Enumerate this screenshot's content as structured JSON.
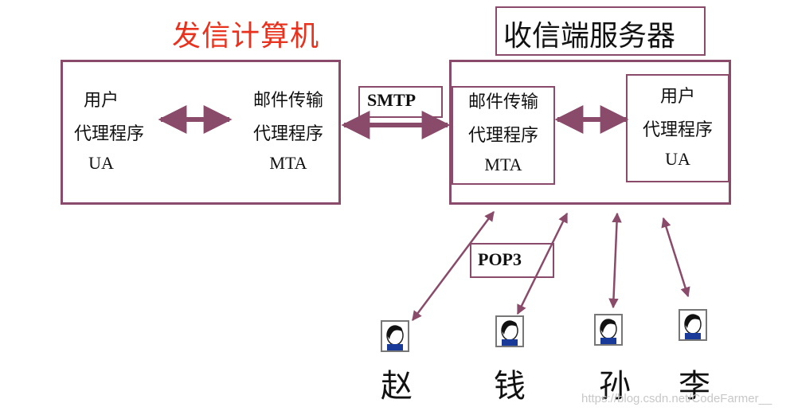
{
  "sender_title": "发信计算机",
  "receiver_title": "收信端服务器",
  "sender": {
    "ua": {
      "line1": "用户",
      "line2": "代理程序",
      "line3": "UA"
    },
    "mta": {
      "line1": "邮件传输",
      "line2": "代理程序",
      "line3": "MTA"
    }
  },
  "receiver": {
    "mta": {
      "line1": "邮件传输",
      "line2": "代理程序",
      "line3": "MTA"
    },
    "ua": {
      "line1": "用户",
      "line2": "代理程序",
      "line3": "UA"
    }
  },
  "protocols": {
    "smtp": "SMTP",
    "pop3": "POP3"
  },
  "users": [
    "赵",
    "钱",
    "孙",
    "李"
  ],
  "watermark": "https://blog.csdn.net/CodeFarmer__",
  "colors": {
    "arrow": "#8a4a6a",
    "title_accent": "#e8321d",
    "face_shirt": "#1a3a9a"
  }
}
